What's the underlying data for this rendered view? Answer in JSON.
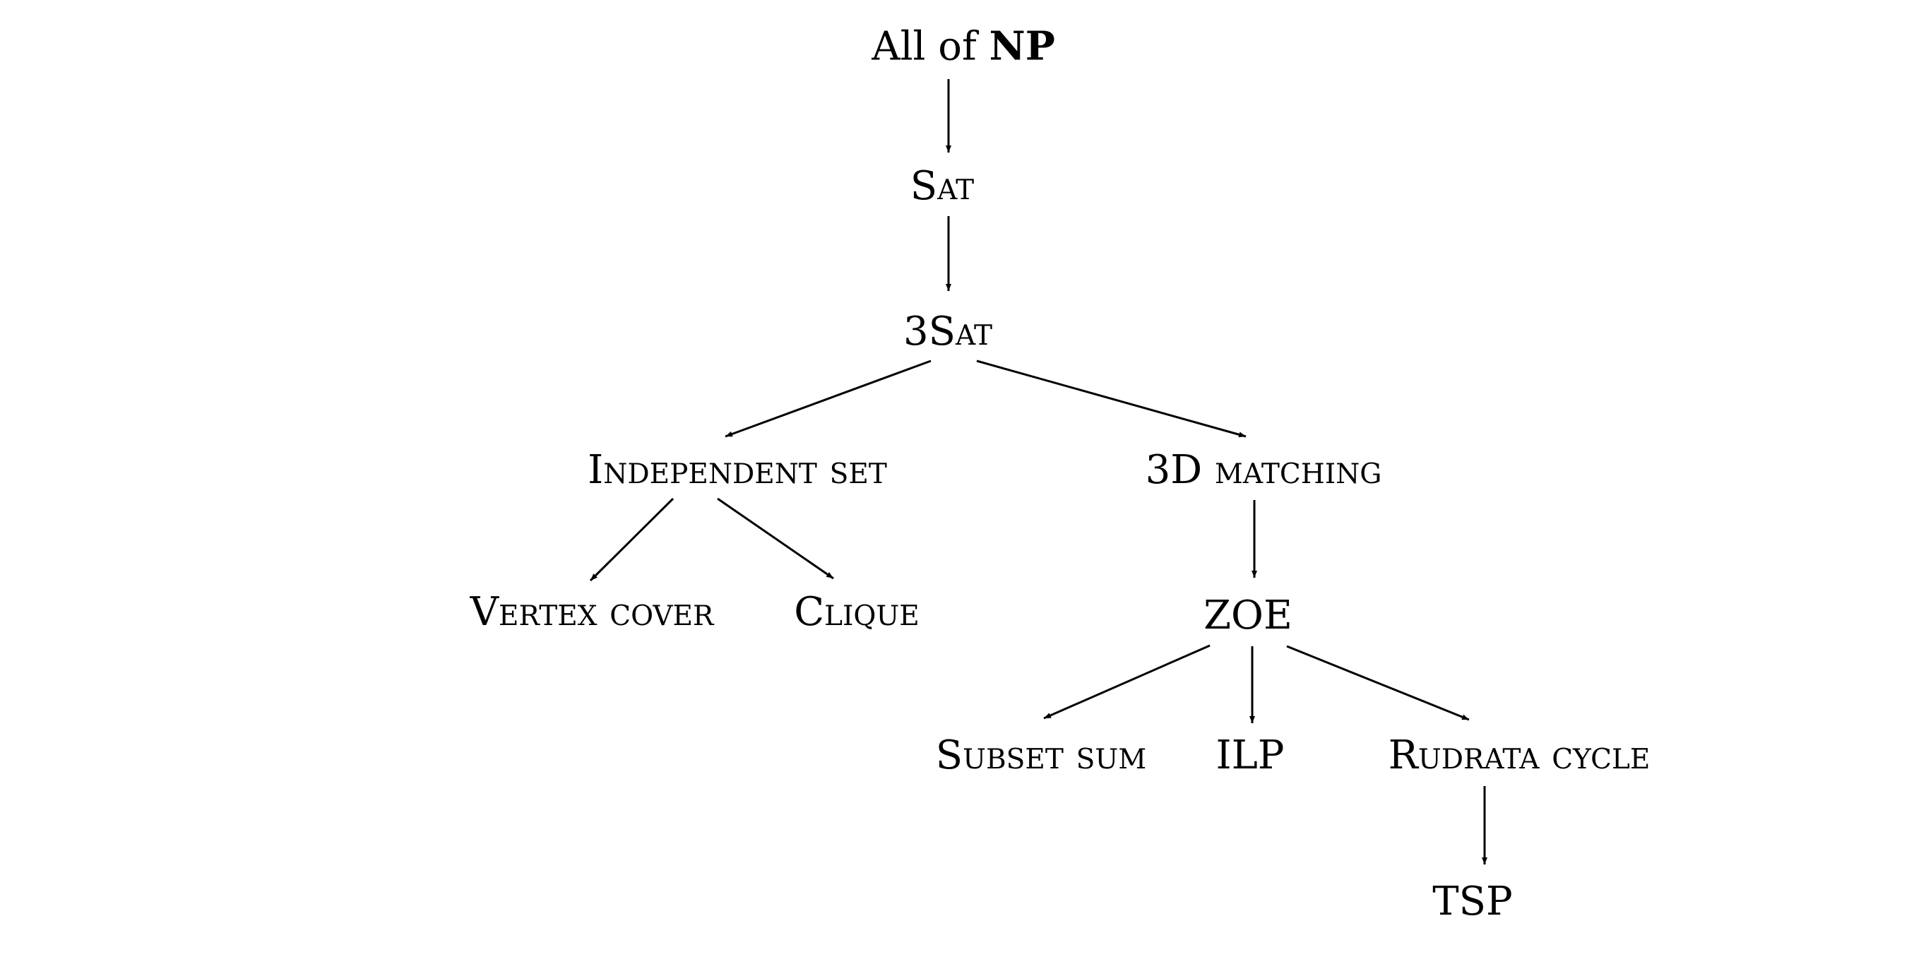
{
  "nodes": {
    "np": {
      "prefix": "All of ",
      "bold": "NP"
    },
    "sat": "Sat",
    "three_sat": "3Sat",
    "independent_set": "Independent set",
    "three_d_matching": "3D matching",
    "vertex_cover": "Vertex cover",
    "clique": "Clique",
    "zoe": "ZOE",
    "subset_sum": "Subset sum",
    "ilp": "ILP",
    "rudrata_cycle": "Rudrata cycle",
    "tsp": "TSP"
  },
  "edges": [
    {
      "from": "np",
      "to": "sat"
    },
    {
      "from": "sat",
      "to": "three_sat"
    },
    {
      "from": "three_sat",
      "to": "independent_set"
    },
    {
      "from": "three_sat",
      "to": "three_d_matching"
    },
    {
      "from": "independent_set",
      "to": "vertex_cover"
    },
    {
      "from": "independent_set",
      "to": "clique"
    },
    {
      "from": "three_d_matching",
      "to": "zoe"
    },
    {
      "from": "zoe",
      "to": "subset_sum"
    },
    {
      "from": "zoe",
      "to": "ilp"
    },
    {
      "from": "zoe",
      "to": "rudrata_cycle"
    },
    {
      "from": "rudrata_cycle",
      "to": "tsp"
    }
  ]
}
